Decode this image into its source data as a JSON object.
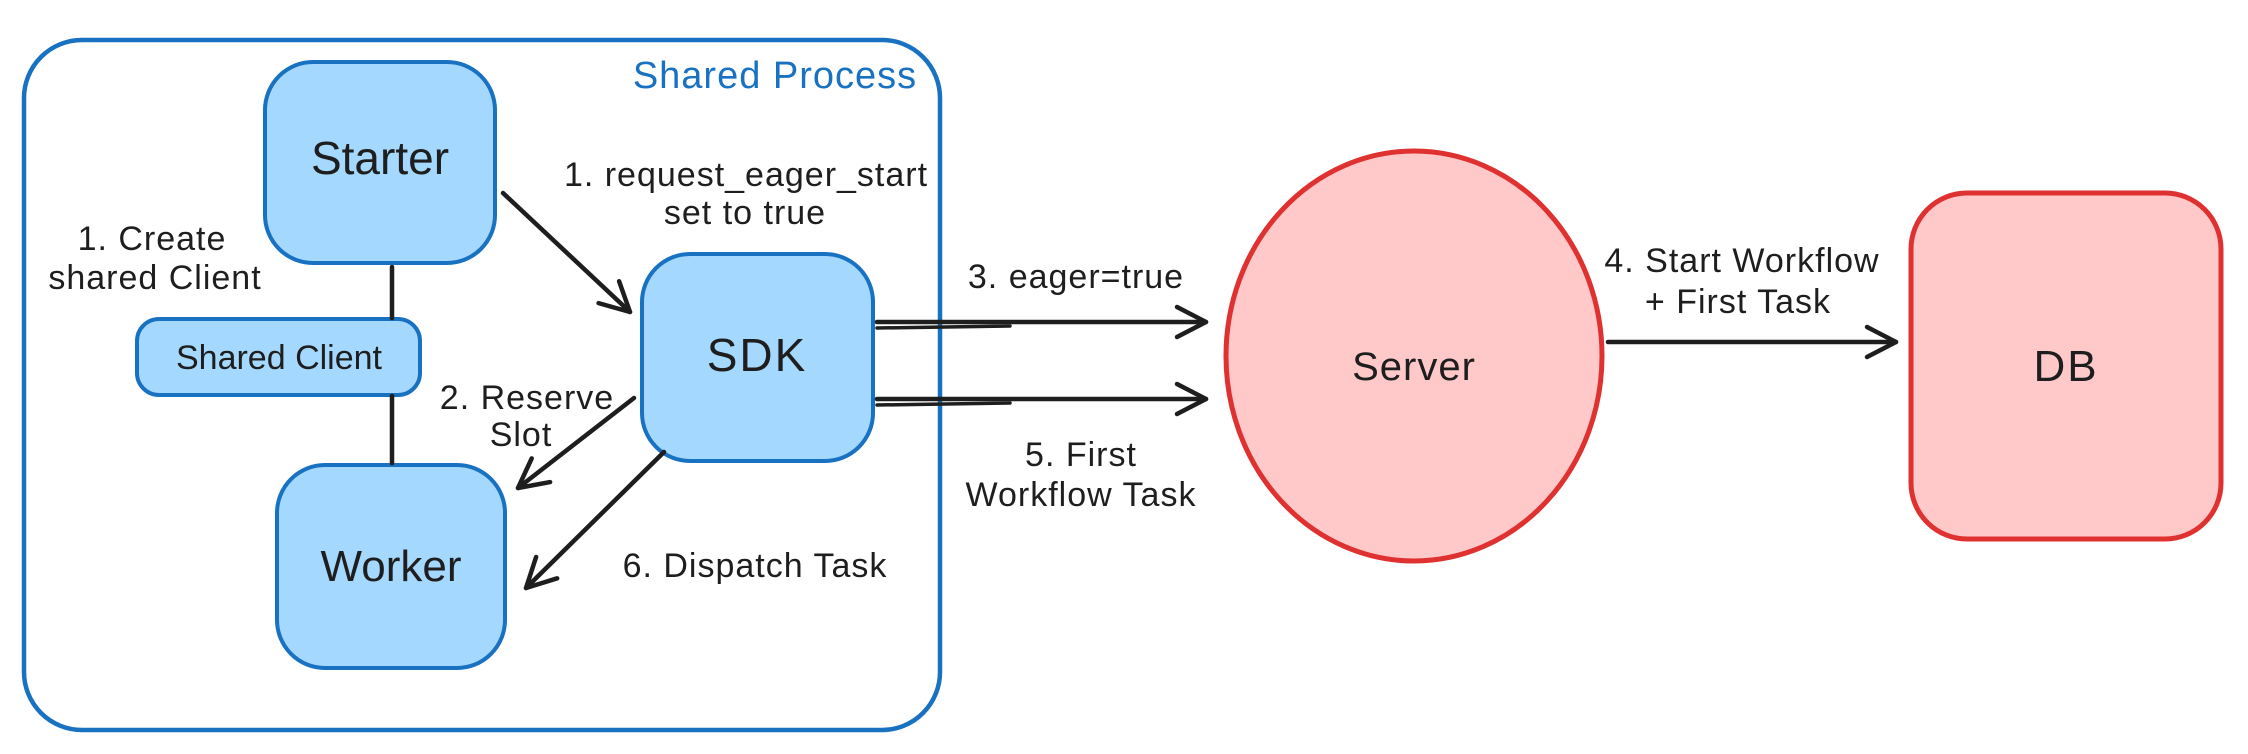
{
  "diagram": {
    "container": {
      "label": "Shared Process"
    },
    "nodes": {
      "starter": {
        "label": "Starter"
      },
      "shared_client": {
        "label": "Shared Client"
      },
      "worker": {
        "label": "Worker"
      },
      "sdk": {
        "label": "SDK"
      },
      "server": {
        "label": "Server"
      },
      "db": {
        "label": "DB"
      }
    },
    "annotations": {
      "create_shared_client": {
        "line1": "1. Create",
        "line2": "shared Client"
      },
      "request_eager_start": {
        "line1": "1. request_eager_start",
        "line2": "set to true"
      },
      "reserve_slot": {
        "line1": "2. Reserve",
        "line2": "Slot"
      },
      "eager_true": {
        "label": "3. eager=true"
      },
      "start_workflow_first_task": {
        "line1": "4. Start Workflow",
        "line2": "+ First Task"
      },
      "first_workflow_task": {
        "line1": "5. First",
        "line2": "Workflow Task"
      },
      "dispatch_task": {
        "label": "6. Dispatch Task"
      }
    },
    "colors": {
      "blue_stroke": "#1971c2",
      "blue_fill": "#a5d8ff",
      "red_stroke": "#e03131",
      "red_fill": "#ffc9c9",
      "ink": "#1e1e1e",
      "background": "#ffffff"
    }
  }
}
